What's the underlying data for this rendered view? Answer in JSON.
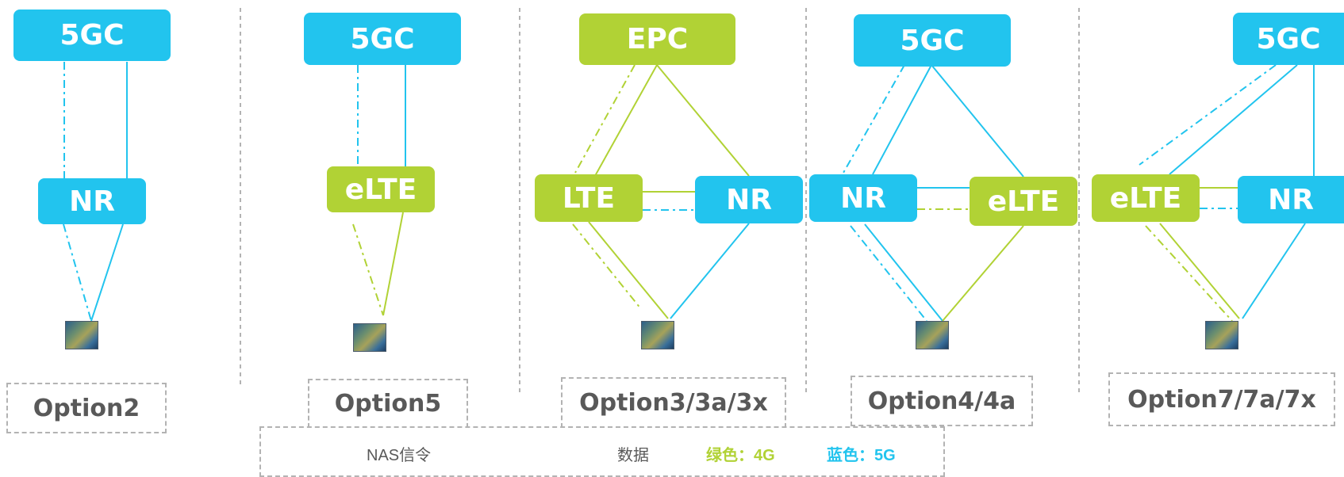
{
  "panels": [
    {
      "option": "Option2",
      "nodes": {
        "core": "5GC",
        "ran": "NR"
      }
    },
    {
      "option": "Option5",
      "nodes": {
        "core": "5GC",
        "ran": "eLTE"
      }
    },
    {
      "option": "Option3/3a/3x",
      "nodes": {
        "core": "EPC",
        "ran_a": "LTE",
        "ran_b": "NR"
      }
    },
    {
      "option": "Option4/4a",
      "nodes": {
        "core": "5GC",
        "ran_a": "NR",
        "ran_b": "eLTE"
      }
    },
    {
      "option": "Option7/7a/7x",
      "nodes": {
        "core": "5GC",
        "ran_a": "eLTE",
        "ran_b": "NR"
      }
    }
  ],
  "legend": {
    "signaling_label": "NAS信令",
    "data_label": "数据",
    "green_note": "绿色：4G",
    "blue_note": "蓝色：5G"
  },
  "colors": {
    "blue": "#22c4ee",
    "green": "#b1d235",
    "separator": "#b3b3b3",
    "label_text": "#595959"
  }
}
